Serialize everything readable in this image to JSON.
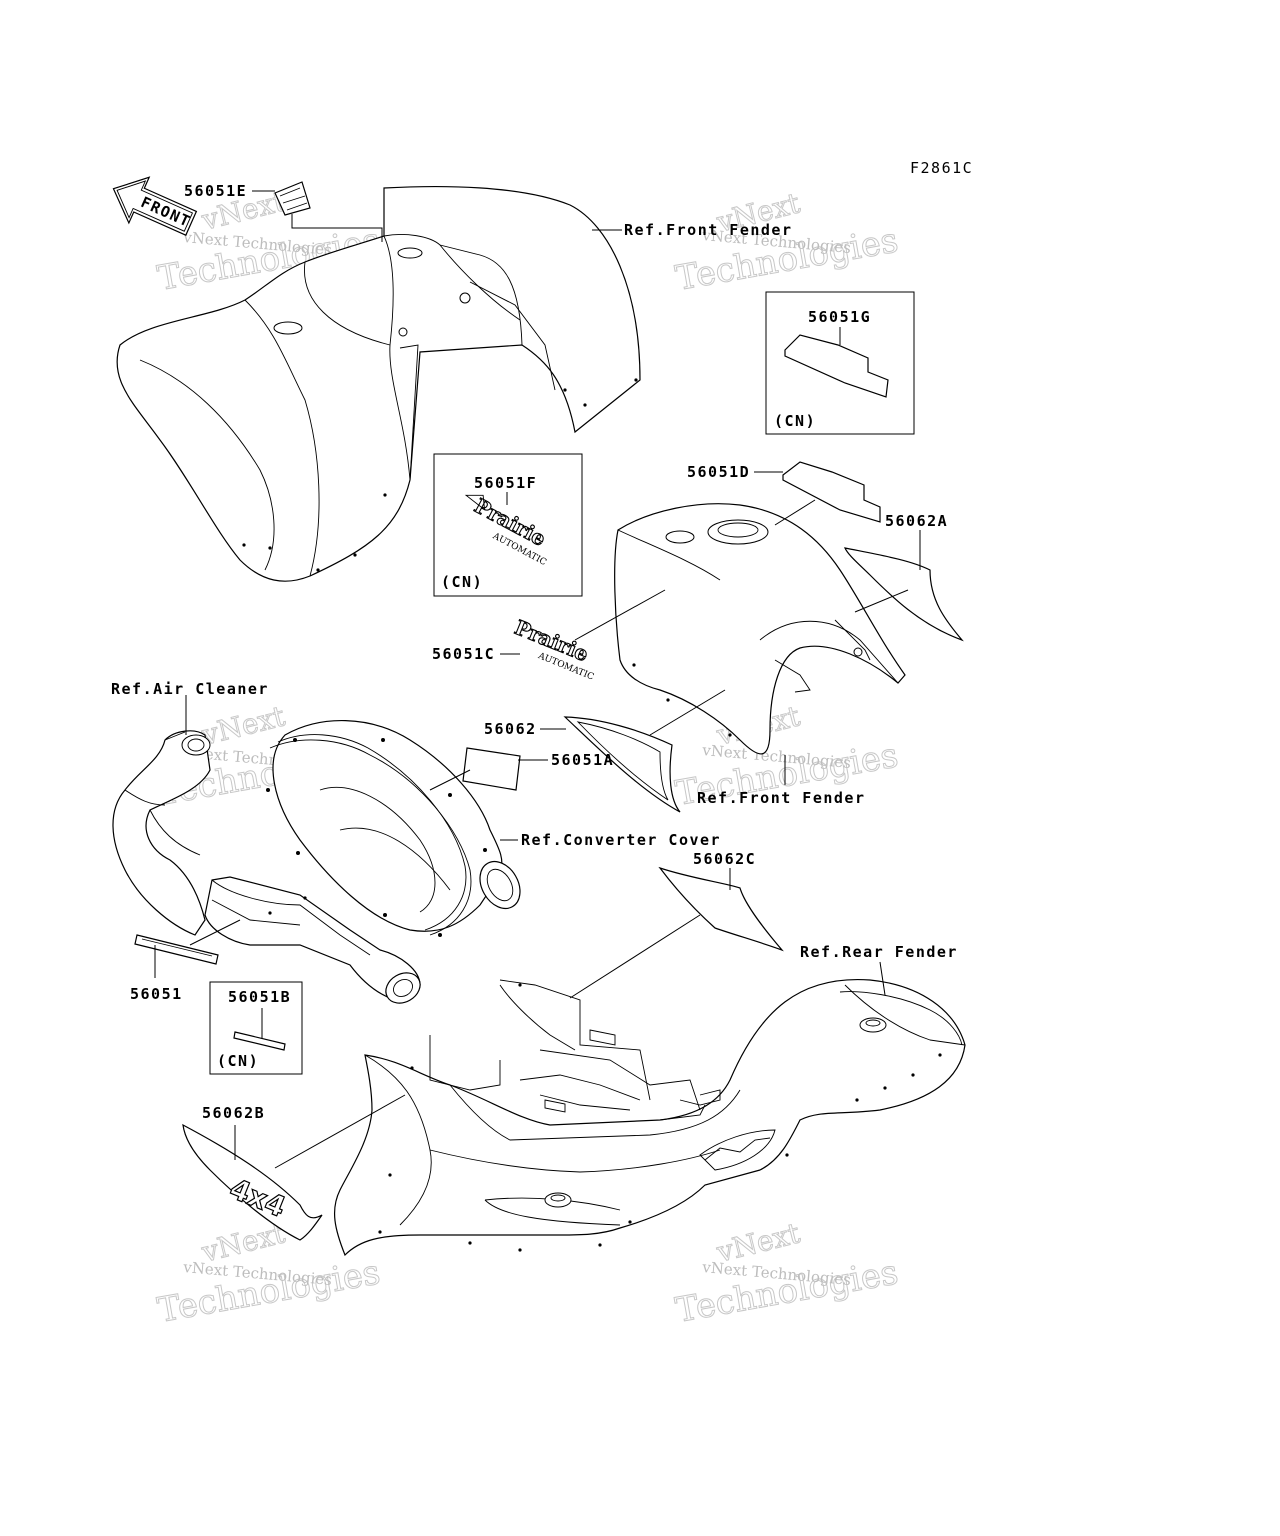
{
  "diagram_code": "F2861C",
  "direction_arrow": "FRONT",
  "labels": {
    "p56051E": "56051E",
    "ref_front_fender_top": "Ref.Front Fender",
    "p56051G": "56051G",
    "cn_g": "(CN)",
    "p56051F": "56051F",
    "cn_f": "(CN)",
    "p56051D": "56051D",
    "p56062A": "56062A",
    "p56051C": "56051C",
    "ref_air_cleaner": "Ref.Air Cleaner",
    "p56062": "56062",
    "p56051A": "56051A",
    "ref_front_fender_mid": "Ref.Front Fender",
    "ref_converter_cover": "Ref.Converter Cover",
    "p56062C": "56062C",
    "ref_rear_fender": "Ref.Rear Fender",
    "p56051": "56051",
    "p56051B": "56051B",
    "cn_b": "(CN)",
    "p56062B": "56062B"
  },
  "decal_texts": {
    "prairie": "Prairie",
    "automatic": "AUTOMATIC",
    "four_by_four": "4x4"
  },
  "watermark": {
    "line1": "vNext",
    "line2": "Technologies",
    "small": "vNext Technologies"
  },
  "colors": {
    "ink": "#000000",
    "paper": "#ffffff",
    "watermark": "#c8c8c8"
  }
}
